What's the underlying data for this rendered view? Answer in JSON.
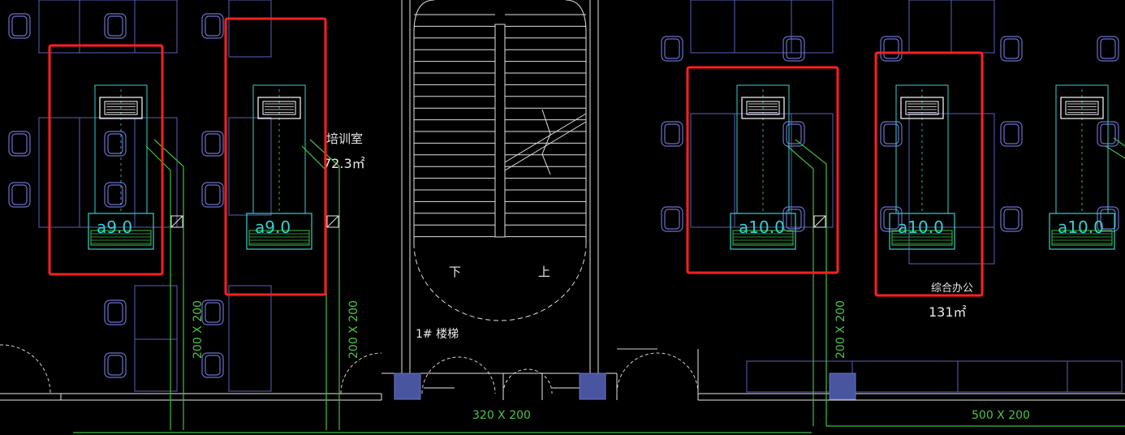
{
  "colors": {
    "background": "#000000",
    "wall": "#ffffff",
    "furniture": "#6b70c8",
    "fan_coil": "#35d0d0",
    "duct": "#4cc24c",
    "highlight": "#ff2020",
    "column": "#4a55a0"
  },
  "units": {
    "u1": "a9.0",
    "u2": "a9.0",
    "u3": "a10.0",
    "u4": "a10.0",
    "u5": "a10.0"
  },
  "rooms": {
    "training_name": "培训室",
    "training_area": "72.3㎡",
    "office_name": "综合办公",
    "office_area": "131㎡",
    "stair_name": "1# 楼梯",
    "stair_down": "下",
    "stair_up": "上"
  },
  "ducts": {
    "riser1": "200 X 200",
    "riser2": "200 X 200",
    "riser3": "200 X 200",
    "main1": "320 X 200",
    "main2": "500 X 200"
  },
  "icons": {
    "grille": "supply-grille-icon",
    "chair": "chair-icon",
    "damper": "damper-icon"
  }
}
